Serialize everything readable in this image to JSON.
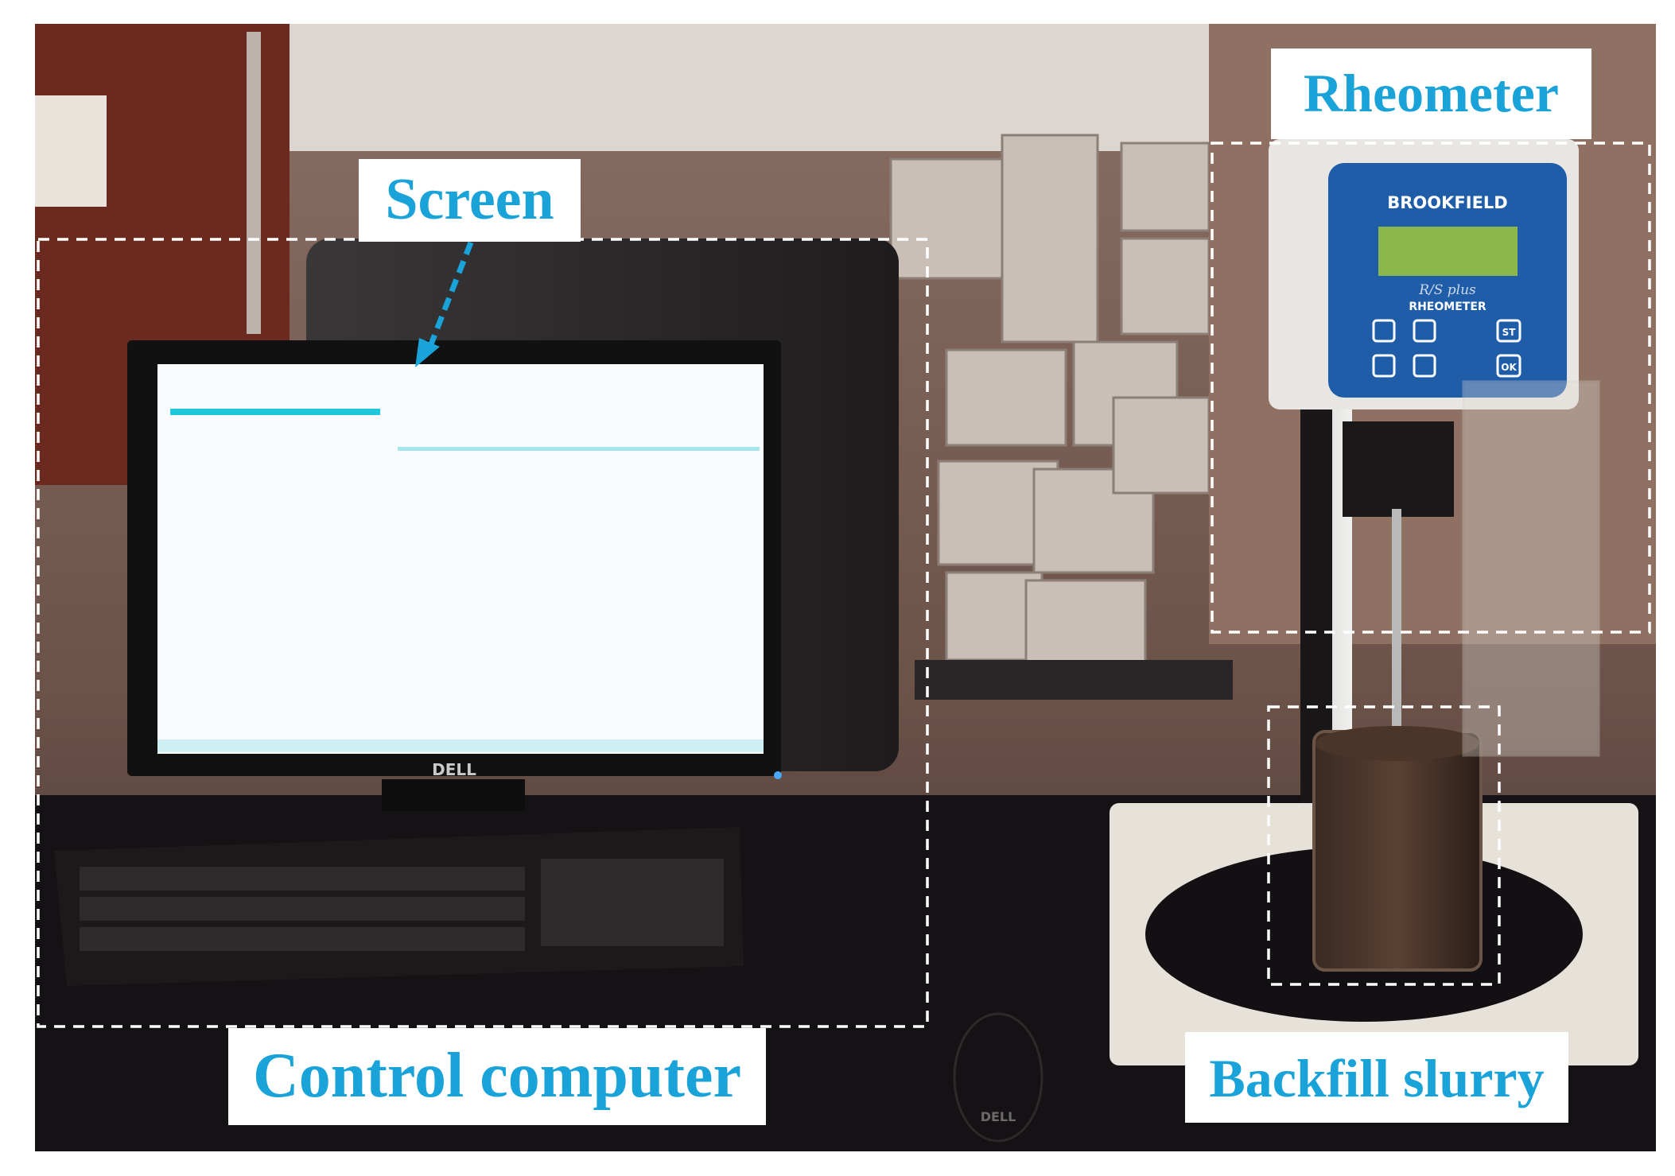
{
  "labels": {
    "screen": "Screen",
    "rheometer": "Rheometer",
    "control_computer": "Control computer",
    "backfill_slurry": "Backfill slurry"
  },
  "device_text": {
    "monitor_brand": "DELL",
    "mouse_brand": "DELL",
    "rheometer_brand": "BROOKFIELD",
    "rheometer_model": "R/S plus",
    "rheometer_name": "RHEOMETER",
    "button_st": "ST",
    "button_ok": "OK"
  },
  "colors": {
    "label_text": "#1aa3d9",
    "dashed_box": "#ffffff",
    "rheometer_panel": "#1f5da8"
  }
}
